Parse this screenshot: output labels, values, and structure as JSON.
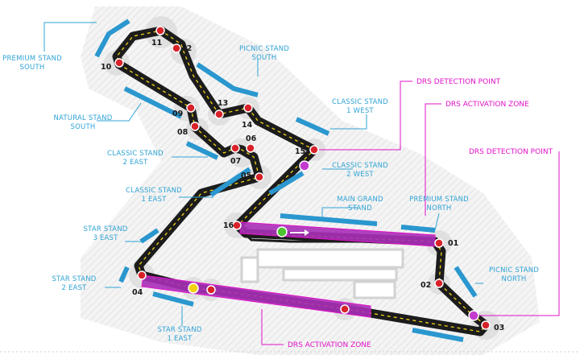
{
  "colors": {
    "track": "#1c1c1c",
    "stand": "#2a97cf",
    "drs": "#a92fb8",
    "drs_label": "#e012c8",
    "label": "#2fa3d6",
    "kerb_red": "#d8222a",
    "sector_yellow": "#f2d313",
    "sector_blue": "#53c4ee",
    "sector_white": "#ffffff"
  },
  "turns": [
    {
      "num": "01"
    },
    {
      "num": "02"
    },
    {
      "num": "03"
    },
    {
      "num": "04"
    },
    {
      "num": "05"
    },
    {
      "num": "06"
    },
    {
      "num": "07"
    },
    {
      "num": "08"
    },
    {
      "num": "09"
    },
    {
      "num": "10"
    },
    {
      "num": "11"
    },
    {
      "num": "12"
    },
    {
      "num": "13"
    },
    {
      "num": "14"
    },
    {
      "num": "15"
    },
    {
      "num": "16"
    }
  ],
  "stands": {
    "premium_south": [
      "PREMIUM STAND",
      "SOUTH"
    ],
    "natural_south": [
      "NATURAL STAND",
      "SOUTH"
    ],
    "classic_2_east": [
      "CLASSIC STAND",
      "2 EAST"
    ],
    "classic_1_east": [
      "CLASSIC STAND",
      "1 EAST"
    ],
    "star_3_east": [
      "STAR STAND",
      "3 EAST"
    ],
    "star_2_east": [
      "STAR STAND",
      "2 EAST"
    ],
    "star_1_east": [
      "STAR STAND",
      "1 EAST"
    ],
    "picnic_south": [
      "PICNIC STAND",
      "SOUTH"
    ],
    "classic_1_west": [
      "CLASSIC STAND",
      "1 WEST"
    ],
    "classic_2_west": [
      "CLASSIC STAND",
      "2 WEST"
    ],
    "main_grand": [
      "MAIN GRAND",
      "STAND"
    ],
    "premium_north": [
      "PREMIUM STAND",
      "NORTH"
    ],
    "picnic_north": [
      "PICNIC STAND",
      "NORTH"
    ]
  },
  "drs": {
    "detection_1": "DRS DETECTION POINT",
    "activation_1": "DRS ACTIVATION ZONE",
    "detection_2": "DRS DETECTION POINT",
    "activation_2": "DRS ACTIVATION ZONE"
  }
}
